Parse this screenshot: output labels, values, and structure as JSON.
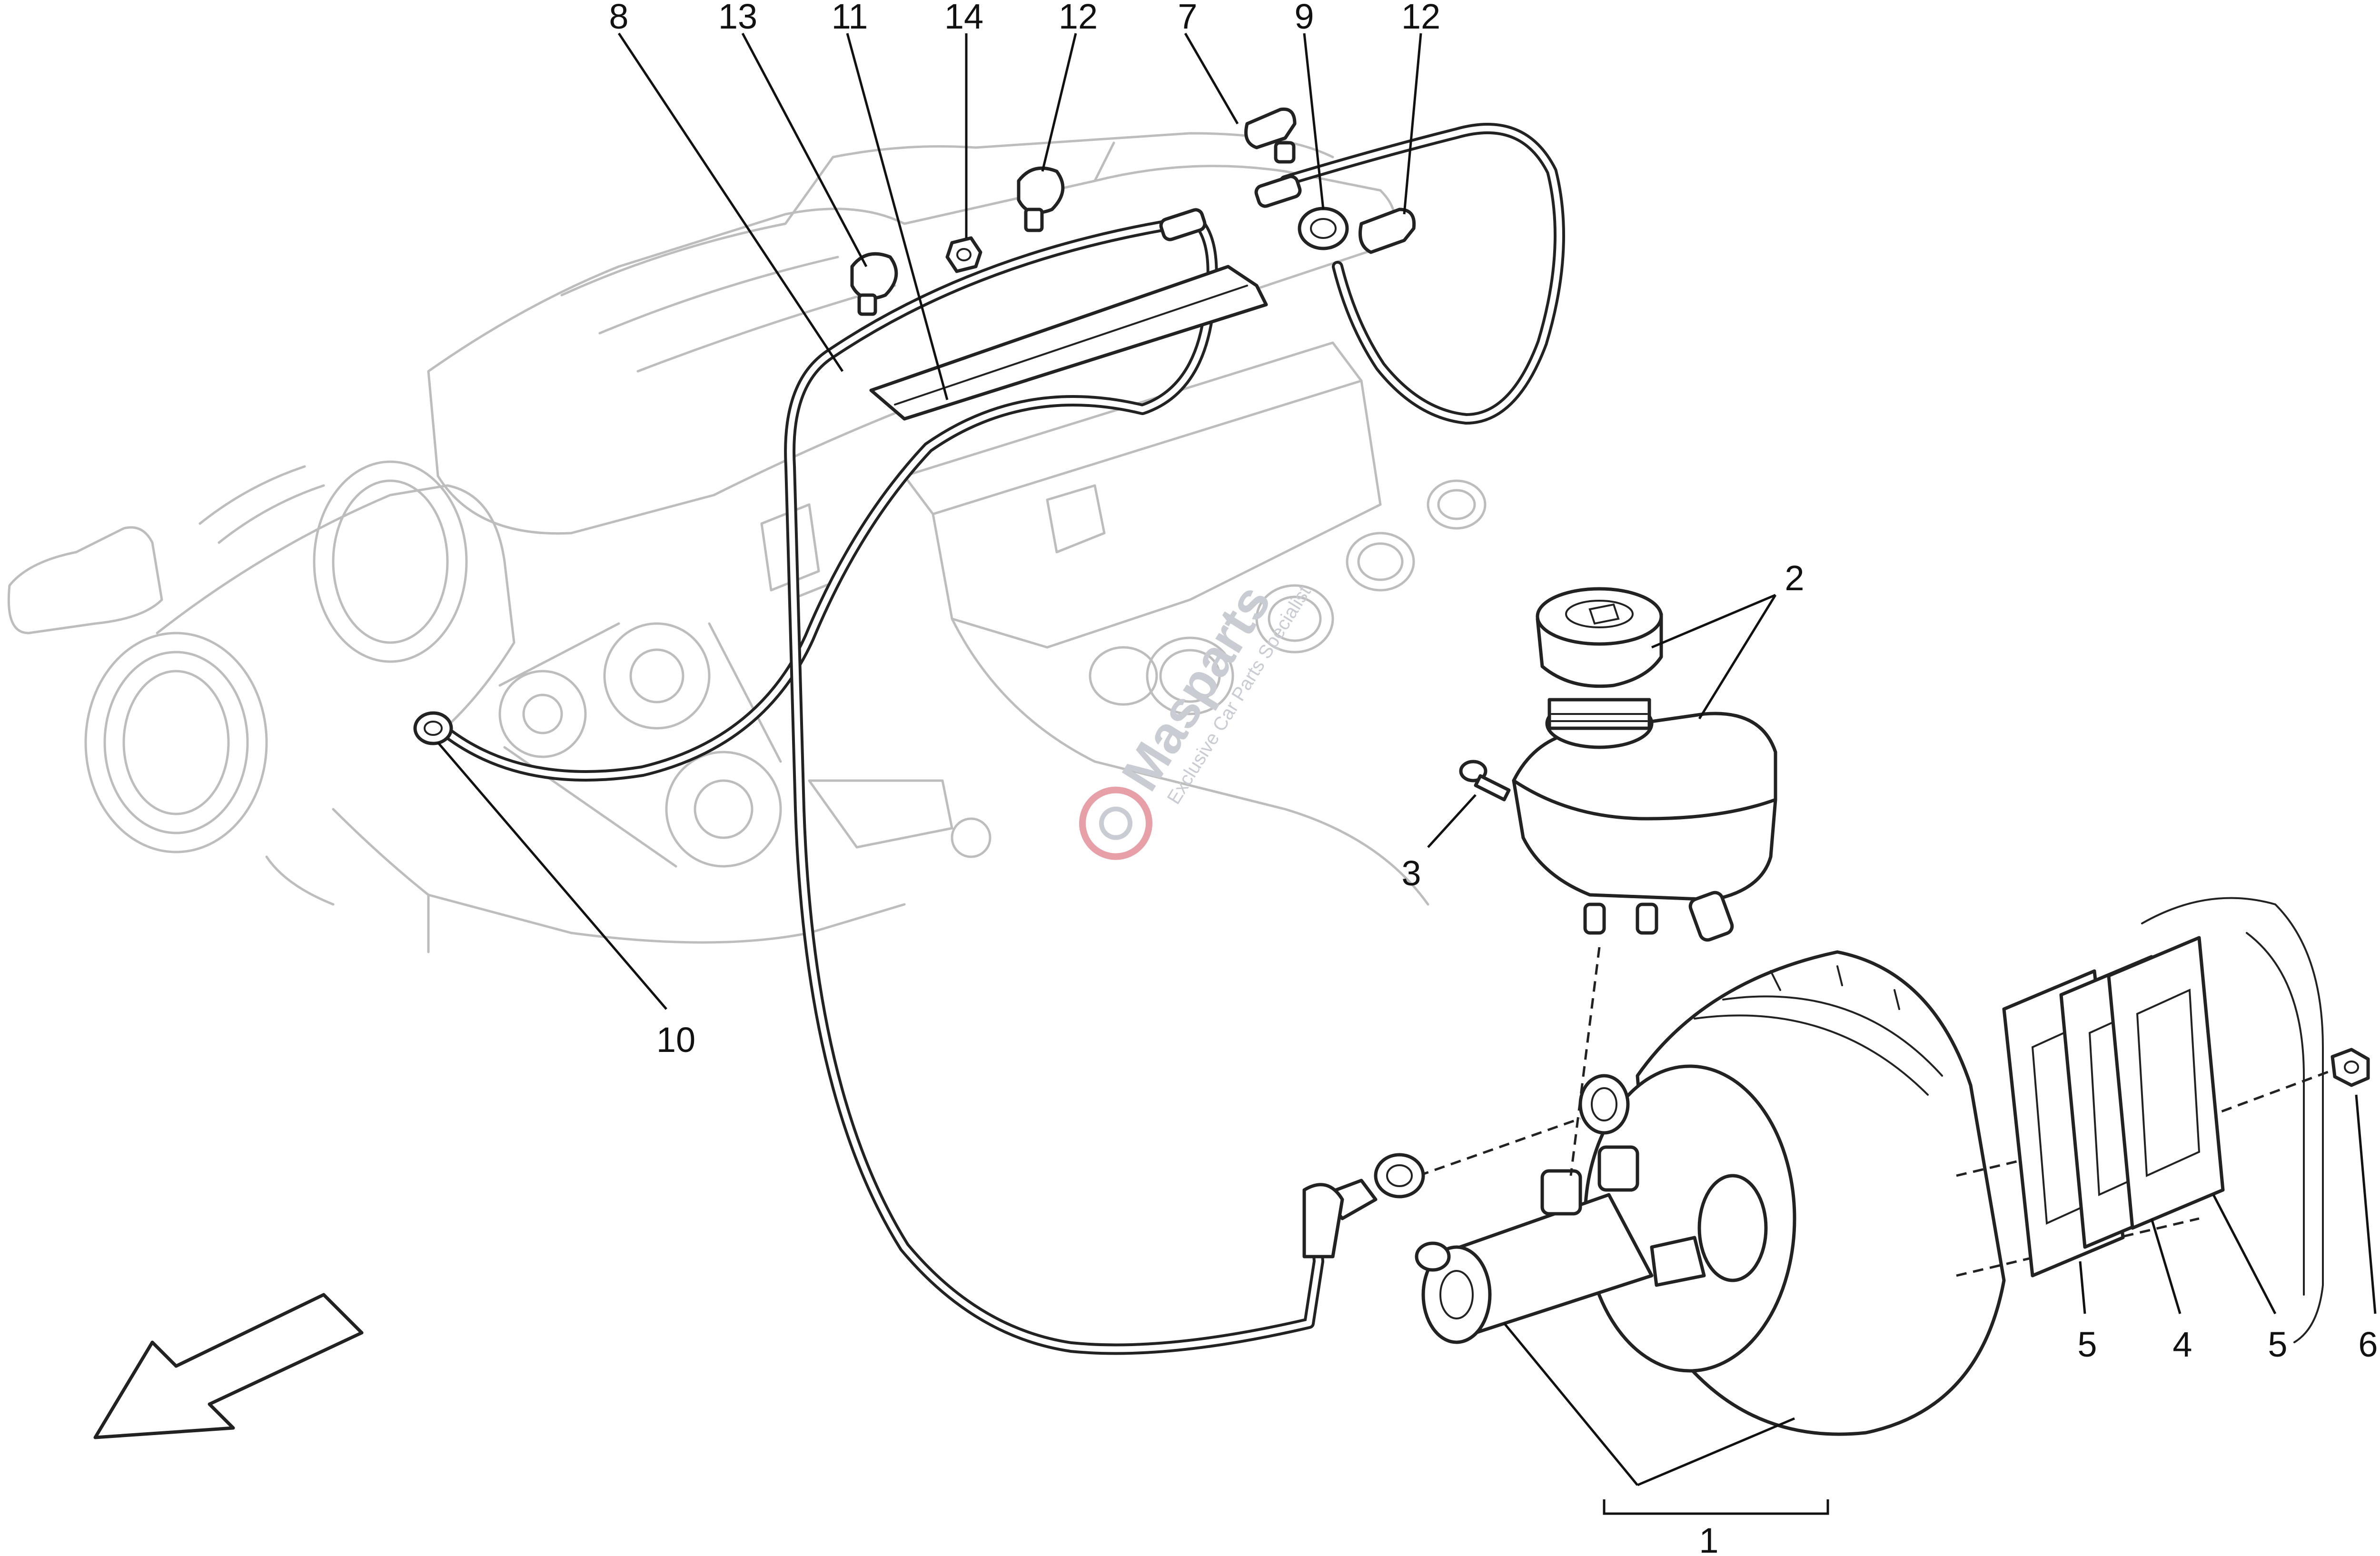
{
  "callouts": {
    "c8": "8",
    "c13": "13",
    "c11": "11",
    "c14": "14",
    "c12a": "12",
    "c7": "7",
    "c9": "9",
    "c12b": "12",
    "c2": "2",
    "c3": "3",
    "c10": "10",
    "c5a": "5",
    "c4": "4",
    "c5b": "5",
    "c6": "6",
    "c1": "1"
  },
  "watermark": {
    "brand": "Masparts",
    "tagline": "Exclusive Car Parts Specialist"
  },
  "colors": {
    "line": "#222222",
    "ghost_engine": "#bdbdbd",
    "watermark": "#c9ccd3",
    "watermark_accent": "#e8a0a8"
  }
}
